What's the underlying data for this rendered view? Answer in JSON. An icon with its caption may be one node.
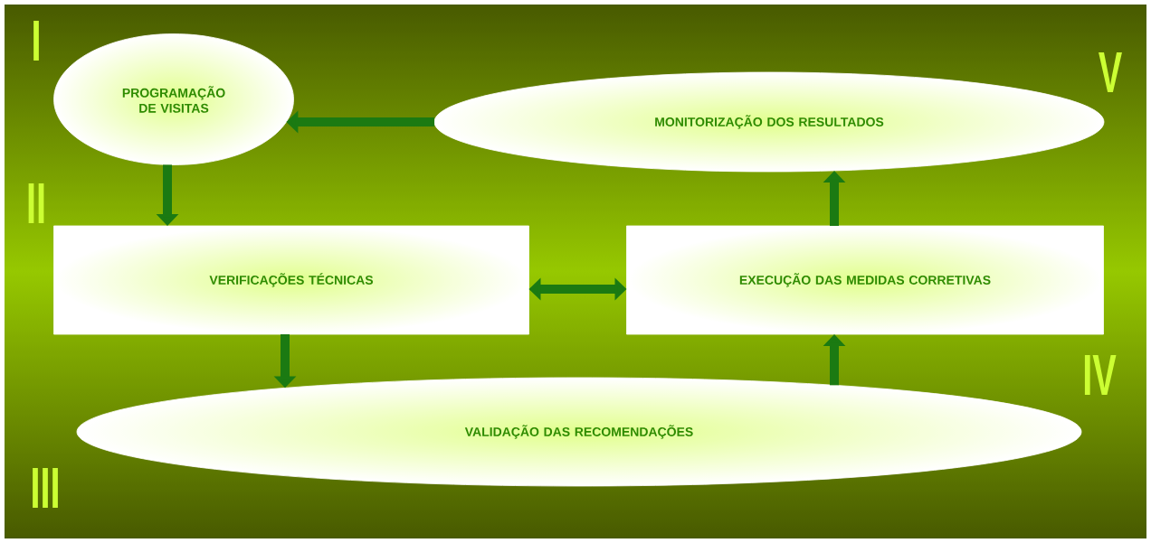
{
  "diagram": {
    "nodes": [
      {
        "text": [
          "PROGRAMAÇÃO DE VISITAS"
        ]
      },
      {
        "text": [
          "MONITORIZAÇÃO DOS RESULTADOS"
        ]
      },
      {
        "text": [
          "VERIFICAÇÕES TÉCNICAS"
        ]
      },
      {
        "text": [
          "EXECUÇÃO DAS MEDIDAS CORRETIVAS"
        ]
      },
      {
        "text": [
          "VALIDAÇÃO DAS RECOMENDAÇÕES"
        ]
      }
    ],
    "edges": [
      {
        "from": 1,
        "to": 0,
        "arrow": "to"
      },
      {
        "from": 0,
        "to": 2,
        "arrow": "to"
      },
      {
        "from": 2,
        "to": 3,
        "arrow": "both"
      },
      {
        "from": 2,
        "to": 4,
        "arrow": "to"
      },
      {
        "from": 4,
        "to": 3,
        "arrow": "to"
      },
      {
        "from": 3,
        "to": 1,
        "arrow": "to"
      }
    ],
    "labels": [
      "I",
      "V",
      "II",
      "IV",
      "III"
    ]
  }
}
